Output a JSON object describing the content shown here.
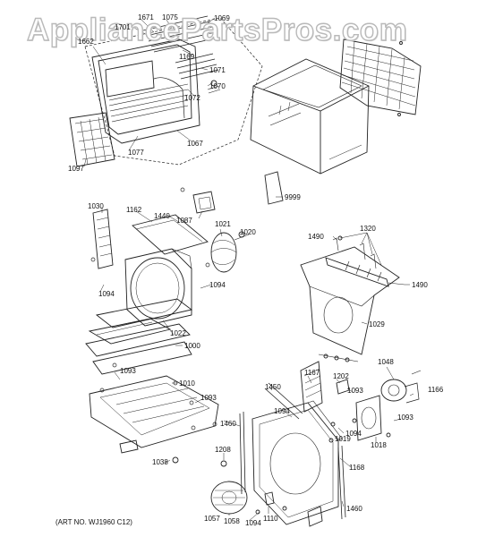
{
  "watermark": "AppliancePartsPros.com",
  "art_number": "(ART NO. WJ1960 C12)",
  "callouts": {
    "c1662": "1662",
    "c1701": "1701",
    "c1671": "1671",
    "c1075": "1075",
    "c1069": "1069",
    "c1169": "1169",
    "c1071": "1071",
    "c1070": "1070",
    "c1072": "1072",
    "c1067": "1067",
    "c1077": "1077",
    "c1097": "1097",
    "c9999": "9999",
    "c1030": "1030",
    "c1162": "1162",
    "c1440": "1440",
    "c1087": "1087",
    "c1021": "1021",
    "c1020": "1020",
    "c1094a": "1094",
    "c1094b": "1094",
    "c1022": "1022",
    "c1000": "1000",
    "c1093a": "1093",
    "c1010": "1010",
    "c1093b": "1093",
    "c1460a": "1460",
    "c1038": "1038",
    "c1208": "1208",
    "c1057": "1057",
    "c1058": "1058",
    "c1094c": "1094",
    "c1110": "1110",
    "c1460b": "1460",
    "c1490a": "1490",
    "c1320": "1320",
    "c1490b": "1490",
    "c1029": "1029",
    "c1167": "1167",
    "c1048": "1048",
    "c1450": "1450",
    "c1202": "1202",
    "c1093c": "1093",
    "c1166": "1166",
    "c1094d": "1094",
    "c1019": "1019",
    "c1094e": "1094",
    "c1018": "1018",
    "c1093d": "1093",
    "c1168": "1168"
  }
}
